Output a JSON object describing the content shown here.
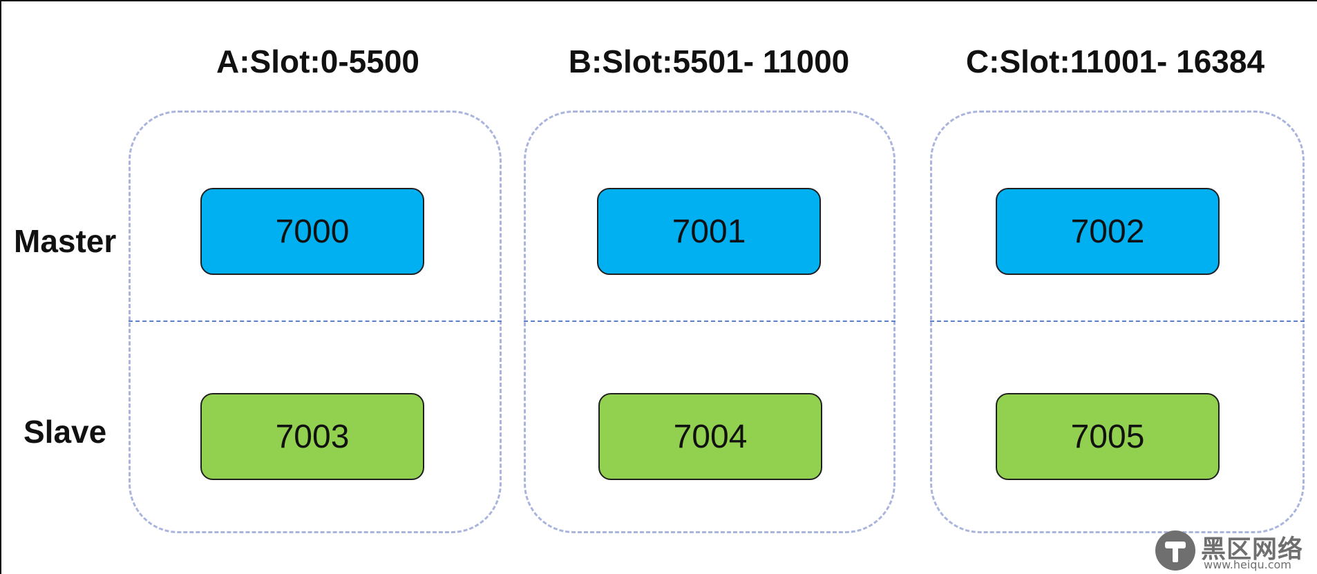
{
  "groups": [
    {
      "title": "A:Slot:0-5500",
      "master": "7000",
      "slave": "7003"
    },
    {
      "title": "B:Slot:5501- 11000",
      "master": "7001",
      "slave": "7004"
    },
    {
      "title": "C:Slot:11001- 16384",
      "master": "7002",
      "slave": "7005"
    }
  ],
  "rows": {
    "master_label": "Master",
    "slave_label": "Slave"
  },
  "watermark": {
    "text": "黑区网络",
    "url": "www.heiqu.com"
  },
  "colors": {
    "master_fill": "#00b0f0",
    "slave_fill": "#92d050",
    "group_border": "#aab5dd",
    "divider": "#5a7fc8"
  }
}
